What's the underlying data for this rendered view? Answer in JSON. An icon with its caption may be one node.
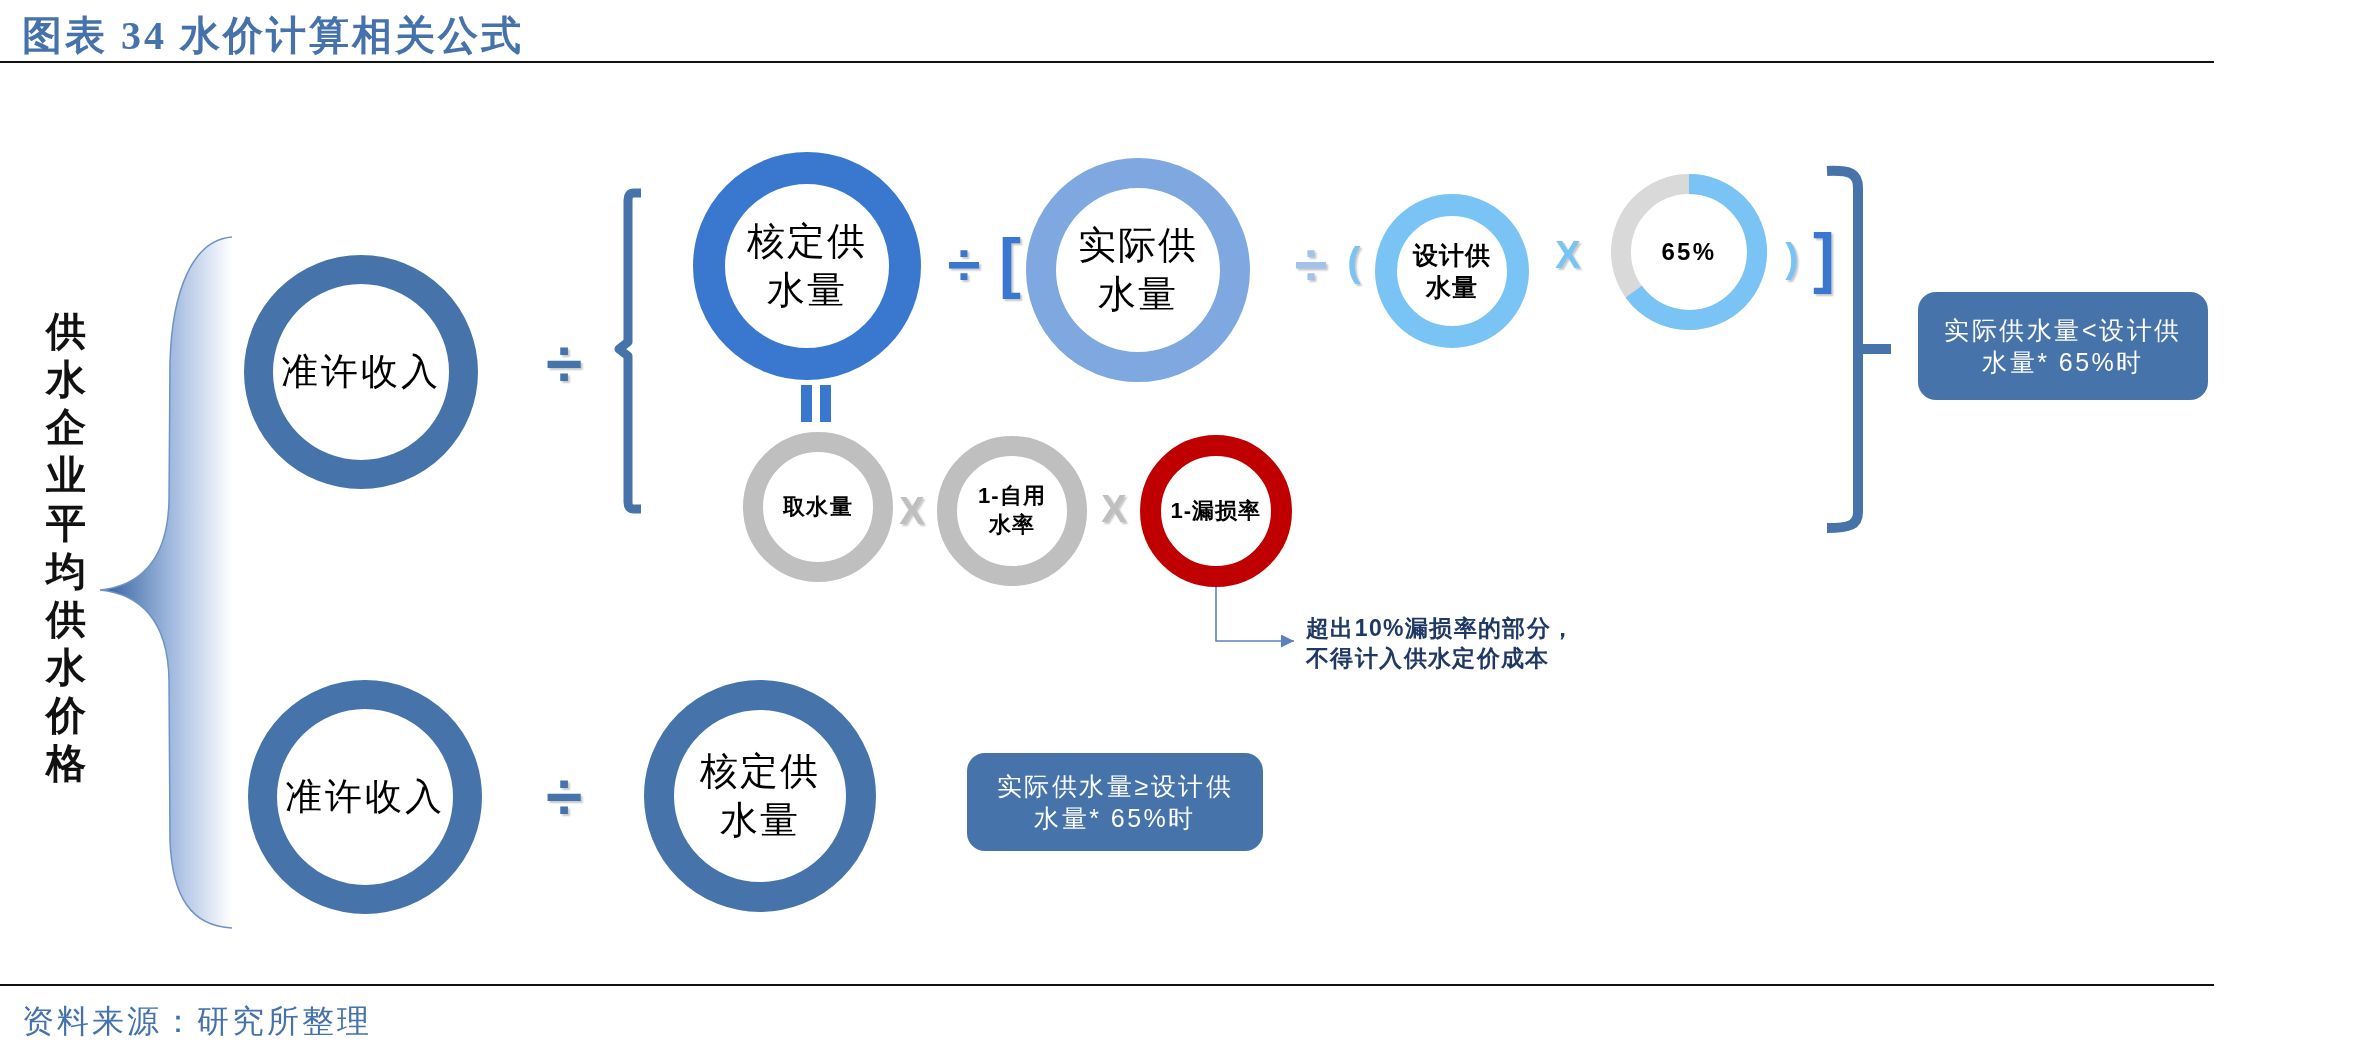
{
  "diagram": {
    "title": "图表 34 水价计算相关公式",
    "caption": "资料来源：研究所整理",
    "nodes": [
      {
        "text": [
          "准许收入"
        ]
      },
      {
        "text": [
          "核定供水量"
        ]
      },
      {
        "text": [
          "实际供水量"
        ]
      },
      {
        "text": [
          "设计供水量"
        ]
      },
      {
        "text": [
          "65%"
        ]
      },
      {
        "text": [
          "实际供水量<设计供水量* 65%时"
        ]
      },
      {
        "text": [
          "取水量"
        ]
      },
      {
        "text": [
          "1-自用水率"
        ]
      },
      {
        "text": [
          "1-漏损率"
        ]
      },
      {
        "text": [
          "超出10%漏损率的部分，不得计入供水定价成本"
        ]
      },
      {
        "text": [
          "准许收入"
        ]
      },
      {
        "text": [
          "核定供水量"
        ]
      },
      {
        "text": [
          "实际供水量≥设计供水量* 65%时"
        ]
      }
    ],
    "edges": [
      {
        "from": 8,
        "to": 9,
        "arrow": "to"
      }
    ],
    "labels": [
      "供水企业平均供水价格",
      "÷",
      "÷",
      "[",
      "÷",
      "(",
      "X",
      ")",
      "]",
      "X",
      "X",
      "÷"
    ]
  }
}
